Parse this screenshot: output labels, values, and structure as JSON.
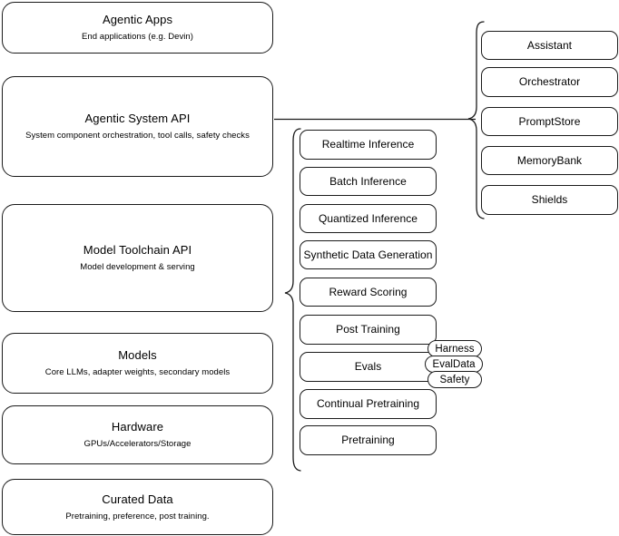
{
  "diagram": {
    "title": "Llama Stack layered architecture diagram",
    "stroke_color": "#1a1a1a",
    "background_color": "#ffffff"
  },
  "left_stack": {
    "name": "platform-layers",
    "items": [
      {
        "title": "Agentic Apps",
        "subtitle": "End applications (e.g. Devin)"
      },
      {
        "title": "Agentic System API",
        "subtitle": "System component orchestration, tool calls, safety checks"
      },
      {
        "title": "Model Toolchain API",
        "subtitle": "Model development & serving"
      },
      {
        "title": "Models",
        "subtitle": "Core LLMs, adapter weights, secondary models"
      },
      {
        "title": "Hardware",
        "subtitle": "GPUs/Accelerators/Storage"
      },
      {
        "title": "Curated Data",
        "subtitle": "Pretraining, preference, post training."
      }
    ]
  },
  "toolchain_group": {
    "name": "model-toolchain-capabilities",
    "items": [
      {
        "label": "Realtime Inference"
      },
      {
        "label": "Batch Inference"
      },
      {
        "label": "Quantized Inference"
      },
      {
        "label": "Synthetic Data Generation"
      },
      {
        "label": "Reward Scoring"
      },
      {
        "label": "Post Training"
      },
      {
        "label": "Evals"
      },
      {
        "label": "Continual Pretraining"
      },
      {
        "label": "Pretraining"
      }
    ]
  },
  "evals_tags": {
    "name": "evals-sub-components",
    "items": [
      {
        "label": "Harness"
      },
      {
        "label": "EvalData"
      },
      {
        "label": "Safety"
      }
    ]
  },
  "agentic_group": {
    "name": "agentic-system-components",
    "items": [
      {
        "label": "Assistant"
      },
      {
        "label": "Orchestrator"
      },
      {
        "label": "PromptStore"
      },
      {
        "label": "MemoryBank"
      },
      {
        "label": "Shields"
      }
    ]
  }
}
